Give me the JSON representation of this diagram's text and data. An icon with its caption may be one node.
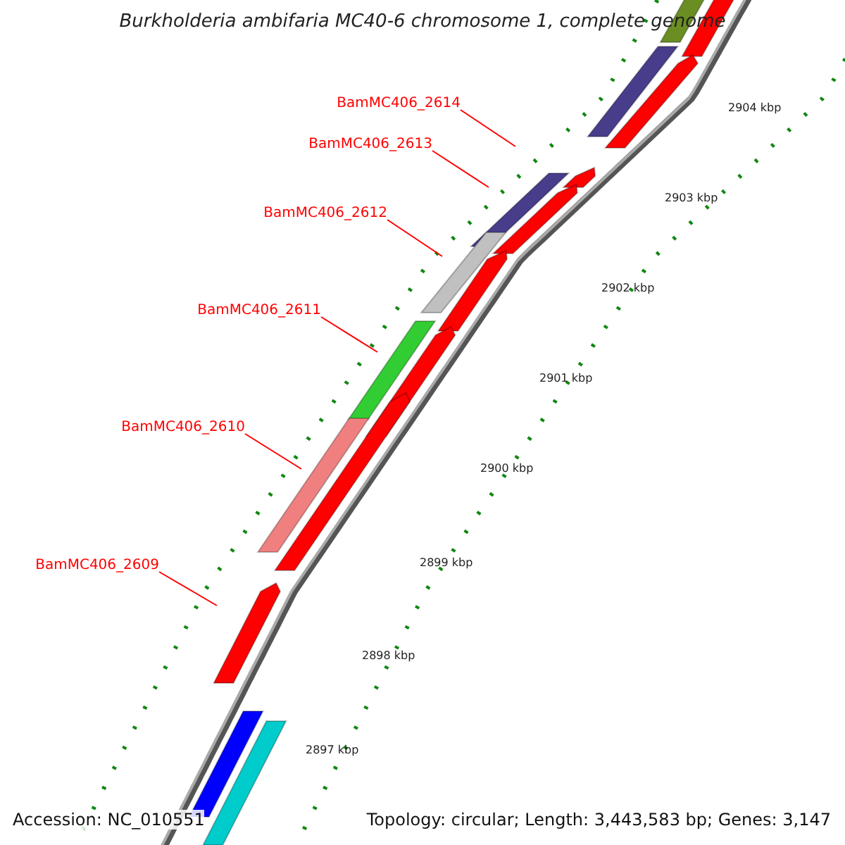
{
  "diagram": {
    "title": "Burkholderia ambifaria MC40-6 chromosome 1, complete genome",
    "nodes": [
      {
        "text": [
          "BamMC406_2614"
        ]
      },
      {
        "text": [
          "BamMC406_2613"
        ]
      },
      {
        "text": [
          "BamMC406_2612"
        ]
      },
      {
        "text": [
          "BamMC406_2611"
        ]
      },
      {
        "text": [
          "BamMC406_2610"
        ]
      },
      {
        "text": [
          "BamMC406_2609"
        ]
      }
    ],
    "edges": [
      {
        "from": 0,
        "to": null,
        "arrow": "none"
      },
      {
        "from": 1,
        "to": null,
        "arrow": "none"
      },
      {
        "from": 2,
        "to": null,
        "arrow": "none"
      },
      {
        "from": 3,
        "to": null,
        "arrow": "none"
      },
      {
        "from": 4,
        "to": null,
        "arrow": "none"
      },
      {
        "from": 5,
        "to": null,
        "arrow": "none"
      }
    ],
    "labels": [
      "2904 kbp",
      "2903 kbp",
      "2902 kbp",
      "2901 kbp",
      "2900 kbp",
      "2899 kbp",
      "2898 kbp",
      "2897 kbp",
      "Accession: NC_010551",
      "Topology: circular; Length: 3,443,583 bp; Genes: 3,147"
    ]
  }
}
